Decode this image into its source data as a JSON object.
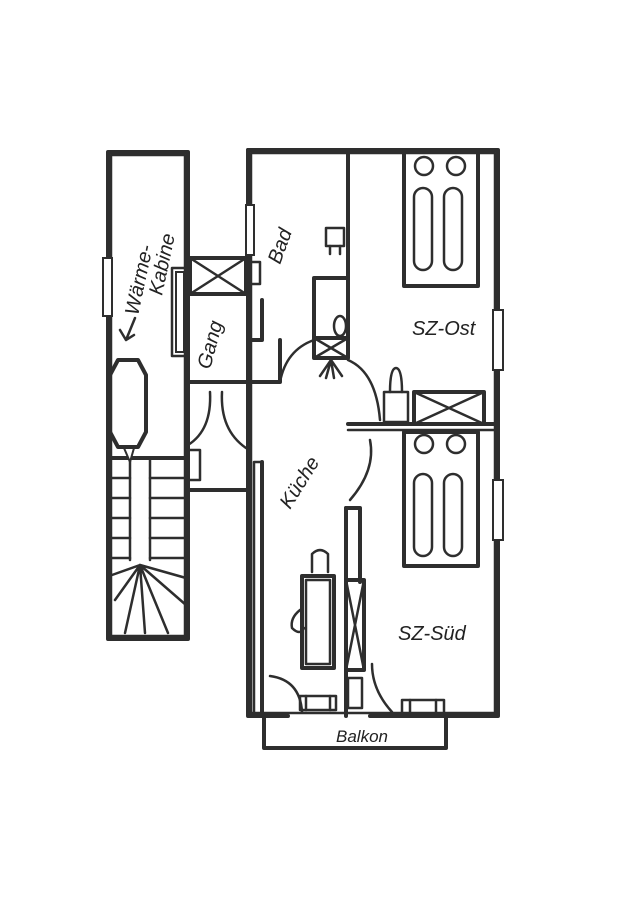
{
  "rooms": {
    "waerme_kabine": [
      "Wärme-",
      "Kabine"
    ],
    "bad": "Bad",
    "gang": "Gang",
    "kueche": "Küche",
    "sz_ost": "SZ-Ost",
    "sz_sued": "SZ-Süd",
    "balkon": "Balkon"
  },
  "colors": {
    "ink": "#2e2e2e",
    "paper": "#ffffff"
  }
}
